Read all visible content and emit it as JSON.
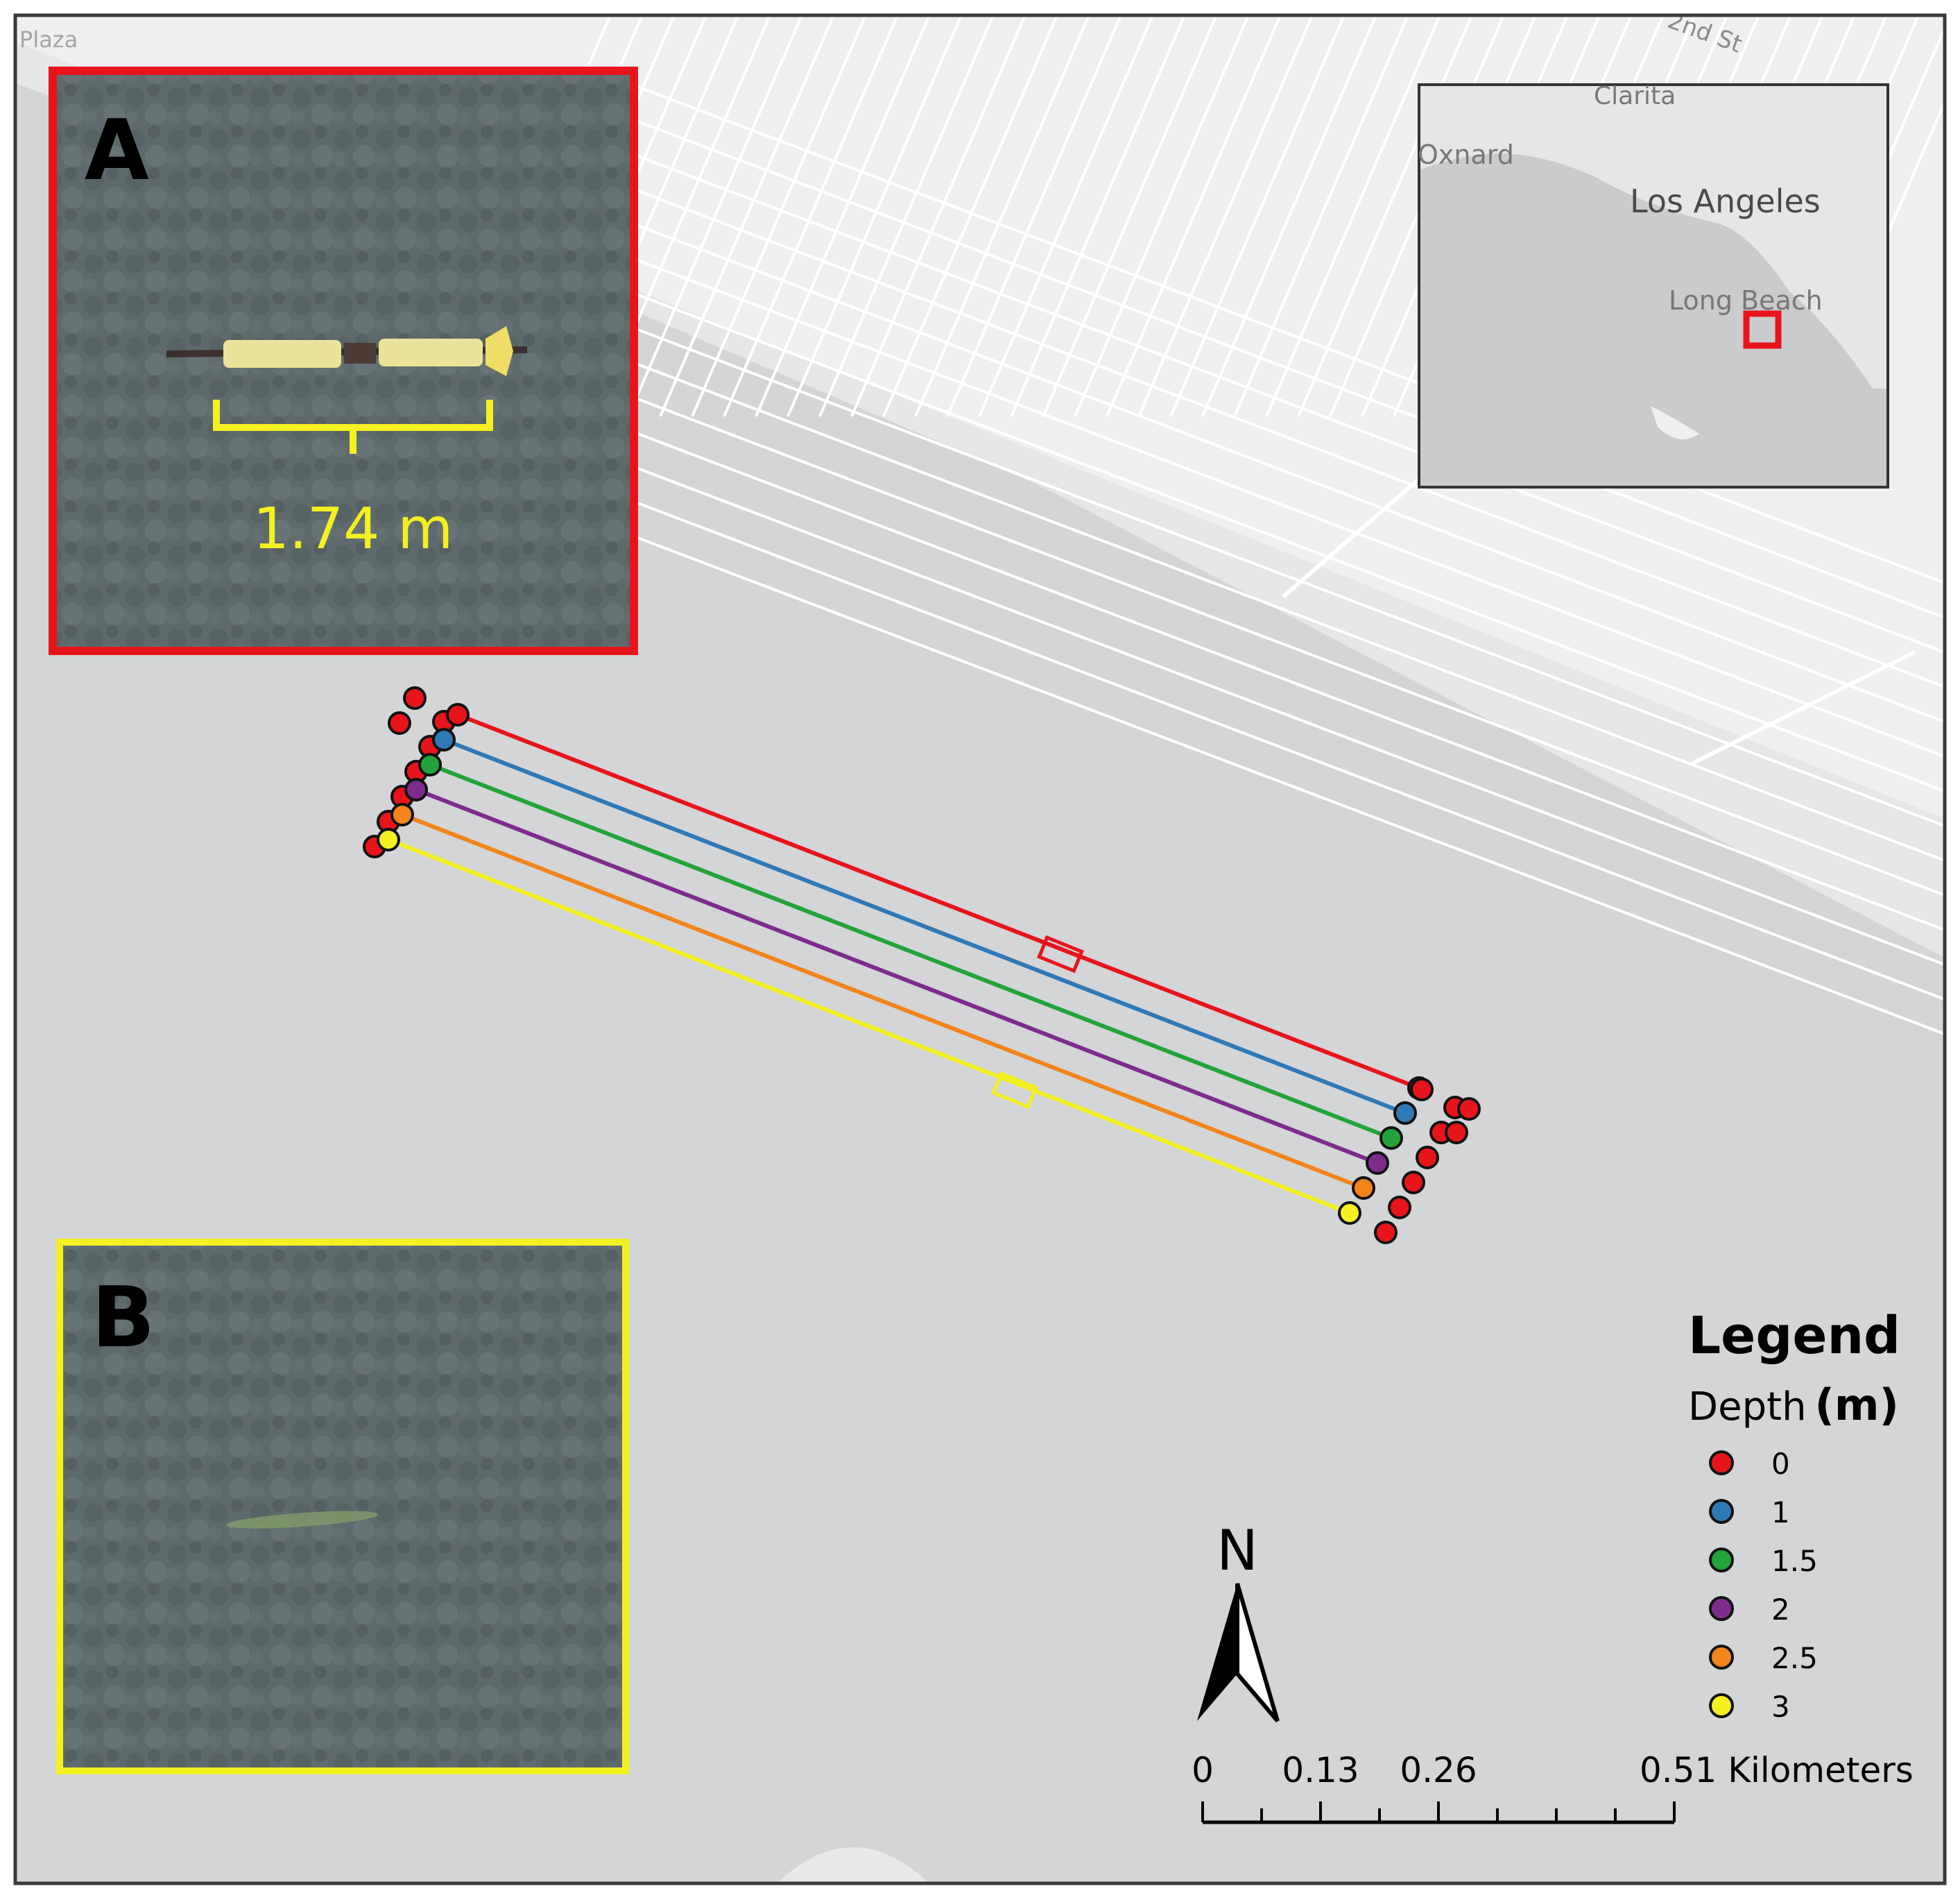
{
  "basemap": {
    "street_label_top": "2nd St",
    "place_label_corner": "Plaza",
    "colors": {
      "water": "#d3d5d7",
      "land": "#efefef",
      "roads": "#ffffff",
      "border": "#3a3a3a"
    }
  },
  "panel_a": {
    "letter": "A",
    "measurement": "1.74 m",
    "frame_color": "#e8141b"
  },
  "panel_b": {
    "letter": "B",
    "frame_color": "#f4f022"
  },
  "locator": {
    "labels": [
      "Clarita",
      "Oxnard",
      "Los Angeles",
      "Long Beach"
    ],
    "highlight_color": "#e8141b"
  },
  "transects": [
    {
      "depth": "0",
      "color": "#e8141b",
      "icon": "red-dot"
    },
    {
      "depth": "1",
      "color": "#2f79b5",
      "icon": "blue-dot"
    },
    {
      "depth": "1.5",
      "color": "#23a339",
      "icon": "green-dot"
    },
    {
      "depth": "2",
      "color": "#7d2c8c",
      "icon": "purple-dot"
    },
    {
      "depth": "2.5",
      "color": "#f2841a",
      "icon": "orange-dot"
    },
    {
      "depth": "3",
      "color": "#f4f022",
      "icon": "yellow-dot"
    }
  ],
  "legend": {
    "title": "Legend",
    "subtitle_word": "Depth",
    "subtitle_unit": "(m)",
    "items": [
      {
        "label": "0",
        "color": "#e8141b"
      },
      {
        "label": "1",
        "color": "#2f79b5"
      },
      {
        "label": "1.5",
        "color": "#23a339"
      },
      {
        "label": "2",
        "color": "#7d2c8c"
      },
      {
        "label": "2.5",
        "color": "#f2841a"
      },
      {
        "label": "3",
        "color": "#f4f022"
      }
    ]
  },
  "north_arrow": {
    "label": "N"
  },
  "scale_bar": {
    "ticks": [
      "0",
      "0.13",
      "0.26",
      "0.51 Kilometers"
    ]
  }
}
